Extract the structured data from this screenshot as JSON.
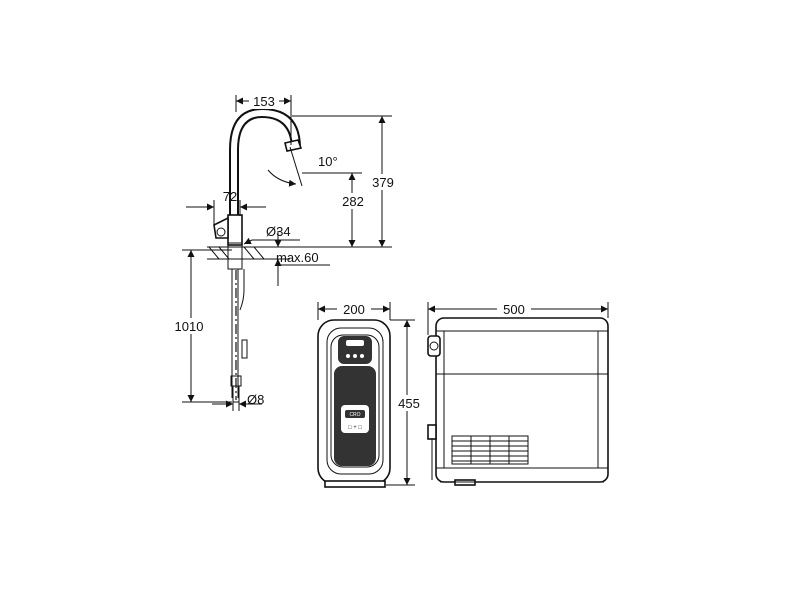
{
  "colors": {
    "line": "#111111",
    "background": "#ffffff"
  },
  "dimensions": {
    "spout_width": "153",
    "spout_angle": "10°",
    "spout_height": "282",
    "total_height": "379",
    "handle_offset": "72",
    "base_diameter": "Ø34",
    "counter_thickness": "max.60",
    "hose_length": "1010",
    "hose_diameter": "Ø8",
    "boiler_depth": "200",
    "boiler_height": "455",
    "boiler_width": "500"
  },
  "panel": {
    "logo_text": "CRO",
    "button_text": "□ + □"
  }
}
